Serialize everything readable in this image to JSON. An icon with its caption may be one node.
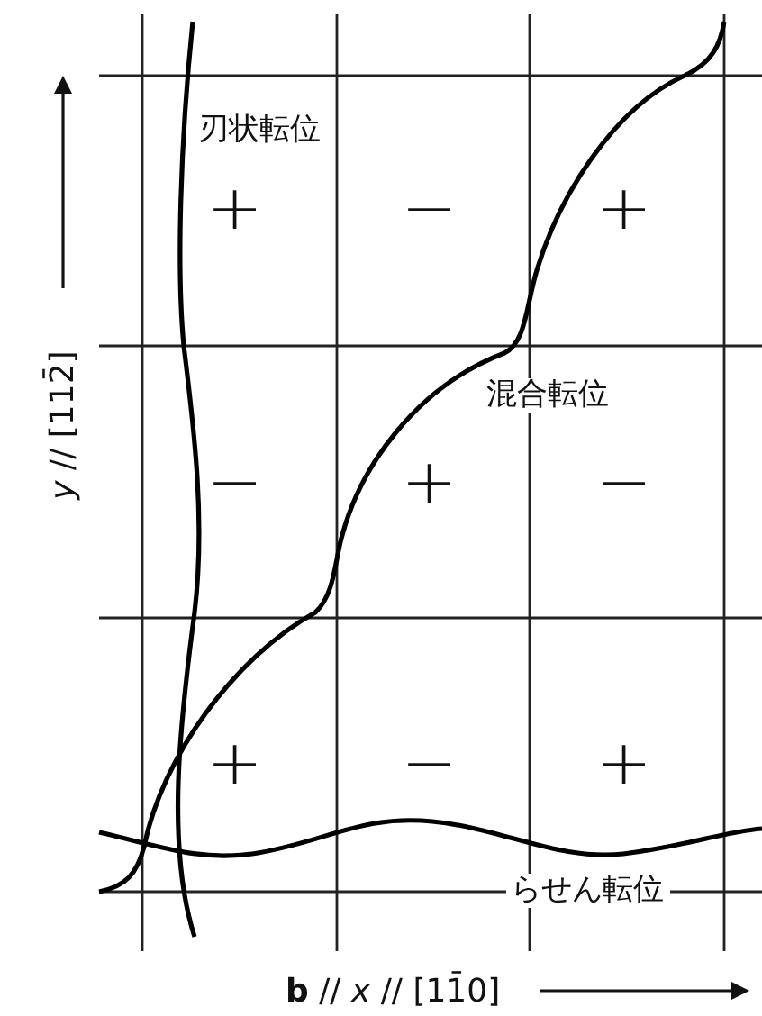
{
  "diagram": {
    "labels": [
      "刃状転位",
      "+",
      "−",
      "+",
      "*y* // [112̄]",
      "混合転位",
      "−",
      "+",
      "−",
      "+",
      "−",
      "+",
      "らせん転位",
      "**b** // *x* // [11̄0]"
    ]
  }
}
